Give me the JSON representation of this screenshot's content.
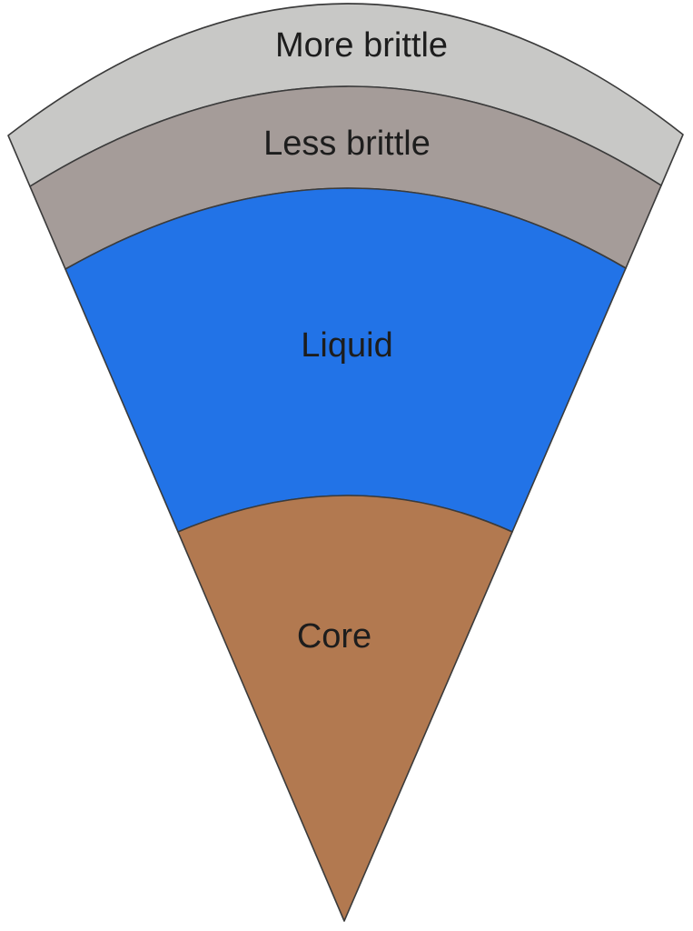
{
  "diagram": {
    "description": "Cross-section wedge diagram of Earth's interior layers",
    "layers": [
      {
        "name": "more-brittle",
        "label": "More brittle",
        "color": "#c8c8c6"
      },
      {
        "name": "less-brittle",
        "label": "Less brittle",
        "color": "#a59c99"
      },
      {
        "name": "liquid",
        "label": "Liquid",
        "color": "#2273e7"
      },
      {
        "name": "core",
        "label": "Core",
        "color": "#b27950"
      }
    ],
    "outline_color": "#3b3b3b",
    "text_color": "#1d1d1d",
    "background_color": "#ffffff"
  }
}
